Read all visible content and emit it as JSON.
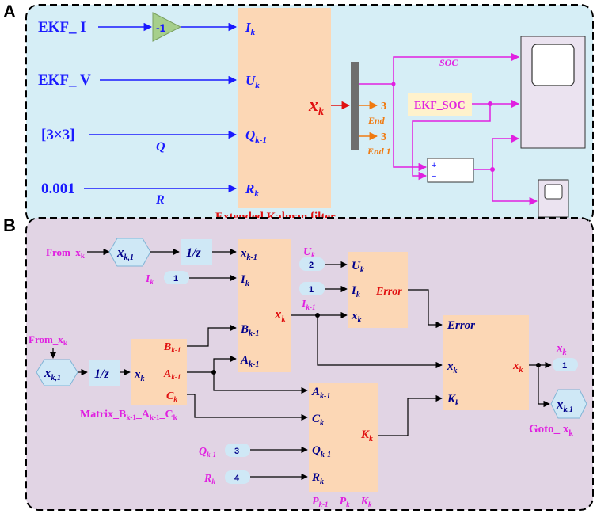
{
  "panel_a": {
    "letter": "A",
    "input_ekf_i": "EKF_ I",
    "input_ekf_v": "EKF_ V",
    "input_q_value": "[3×3]",
    "input_r_value": "0.001",
    "gain_value": "-1",
    "wire_label_q": "Q",
    "wire_label_r": "R",
    "port_ik": "I",
    "port_ik_sub": "k",
    "port_uk": "U",
    "port_uk_sub": "k",
    "port_qk": "Q",
    "port_qk_sub": "k-1",
    "port_rk": "R",
    "port_rk_sub": "k",
    "output_x": "x",
    "output_x_sub": "k",
    "block_title": "Extended Kalman filter",
    "terminator_1_value": "3",
    "terminator_1_label": "End",
    "terminator_2_value": "3",
    "terminator_2_label": "End 1",
    "soc_label": "SOC",
    "ekf_soc_label": "EKF_SOC",
    "sum_plus": "+",
    "sum_minus": "−"
  },
  "panel_b": {
    "letter": "B",
    "from_top_label": "From_x",
    "from_top_sub": "k",
    "x_k1": "x",
    "x_k1_sub": "k,1",
    "delay": "1/z",
    "ik_label": "I",
    "ik_label_sub": "k",
    "const_1": "1",
    "block1_in_xk1": "x",
    "block1_in_xk1_sub": "k-1",
    "block1_in_ik": "I",
    "block1_in_ik_sub": "k",
    "block1_in_bk": "B",
    "block1_in_bk_sub": "k-1",
    "block1_in_ak": "A",
    "block1_in_ak_sub": "k-1",
    "block1_out": "x",
    "block1_out_sub": "k",
    "uk_label": "U",
    "uk_label_sub": "k",
    "const_2": "2",
    "ik1_label": "I",
    "ik1_label_sub": "k-1",
    "err_in_uk": "U",
    "err_in_uk_sub": "k",
    "err_in_ik": "I",
    "err_in_ik_sub": "k",
    "err_in_xk": "x",
    "err_in_xk_sub": "k",
    "err_out": "Error",
    "from_left_label": "From_x",
    "from_left_sub": "k",
    "matrix_in_xk": "x",
    "matrix_in_xk_sub": "k",
    "matrix_out_bk": "B",
    "matrix_out_bk_sub": "k-1",
    "matrix_out_ak": "A",
    "matrix_out_ak_sub": "k-1",
    "matrix_out_ck": "C",
    "matrix_out_ck_sub": "k",
    "matrix_title": "Matrix_B",
    "matrix_title_b_sub": "k-1",
    "matrix_title_mid": "_A",
    "matrix_title_a_sub": "k-1",
    "matrix_title_end": "_C",
    "matrix_title_c_sub": "k",
    "gain_in_ak": "A",
    "gain_in_ak_sub": "k-1",
    "gain_in_ck": "C",
    "gain_in_ck_sub": "k",
    "gain_in_qk": "Q",
    "gain_in_qk_sub": "k-1",
    "gain_in_rk": "R",
    "gain_in_rk_sub": "k",
    "gain_out": "K",
    "gain_out_sub": "k",
    "qk_label": "Q",
    "qk_label_sub": "k-1",
    "const_3": "3",
    "rk_label": "R",
    "rk_label_sub": "k",
    "const_4": "4",
    "gain_bottom_p1": "P",
    "gain_bottom_p1_sub": "k-1",
    "gain_bottom_p2": "P",
    "gain_bottom_p2_sub": "k",
    "gain_bottom_k": "K",
    "gain_bottom_k_sub": "k",
    "update_in_err": "Error",
    "update_in_xk": "x",
    "update_in_xk_sub": "k",
    "update_in_kk": "K",
    "update_in_kk_sub": "k",
    "update_out": "x",
    "update_out_sub": "k",
    "out_xk_label": "x",
    "out_xk_label_sub": "k",
    "out_const": "1",
    "goto_xk1": "x",
    "goto_xk1_sub": "k,1",
    "goto_label": "Goto_ x",
    "goto_label_sub": "k"
  }
}
